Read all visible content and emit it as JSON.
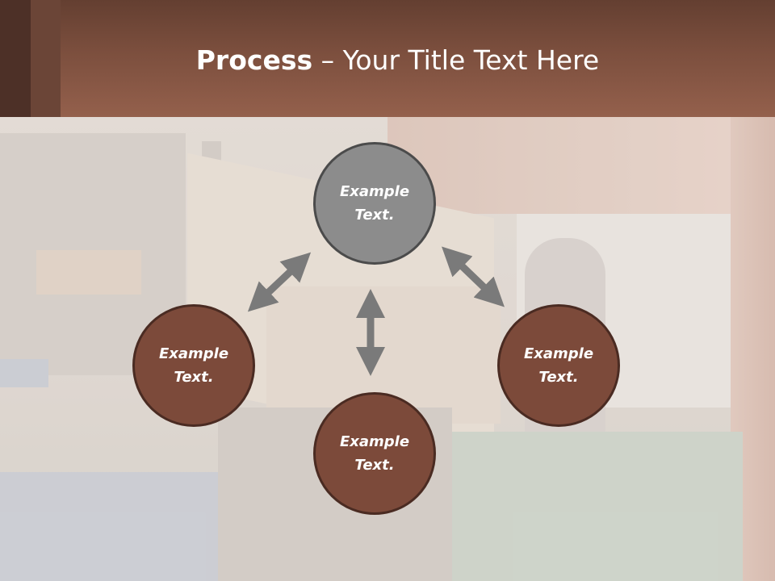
{
  "slide": {
    "title_bold": "Process",
    "title_rest": " – Your Title Text Here"
  },
  "diagram": {
    "center": {
      "line1": "Example",
      "line2": "Text."
    },
    "left": {
      "line1": "Example",
      "line2": "Text."
    },
    "right": {
      "line1": "Example",
      "line2": "Text."
    },
    "bottom": {
      "line1": "Example",
      "line2": "Text."
    }
  },
  "colors": {
    "title_band": "#7c4f3e",
    "node_brown": "#7c4a3a",
    "node_gray": "#8c8c8c",
    "arrow_gray": "#7a7a7a"
  }
}
